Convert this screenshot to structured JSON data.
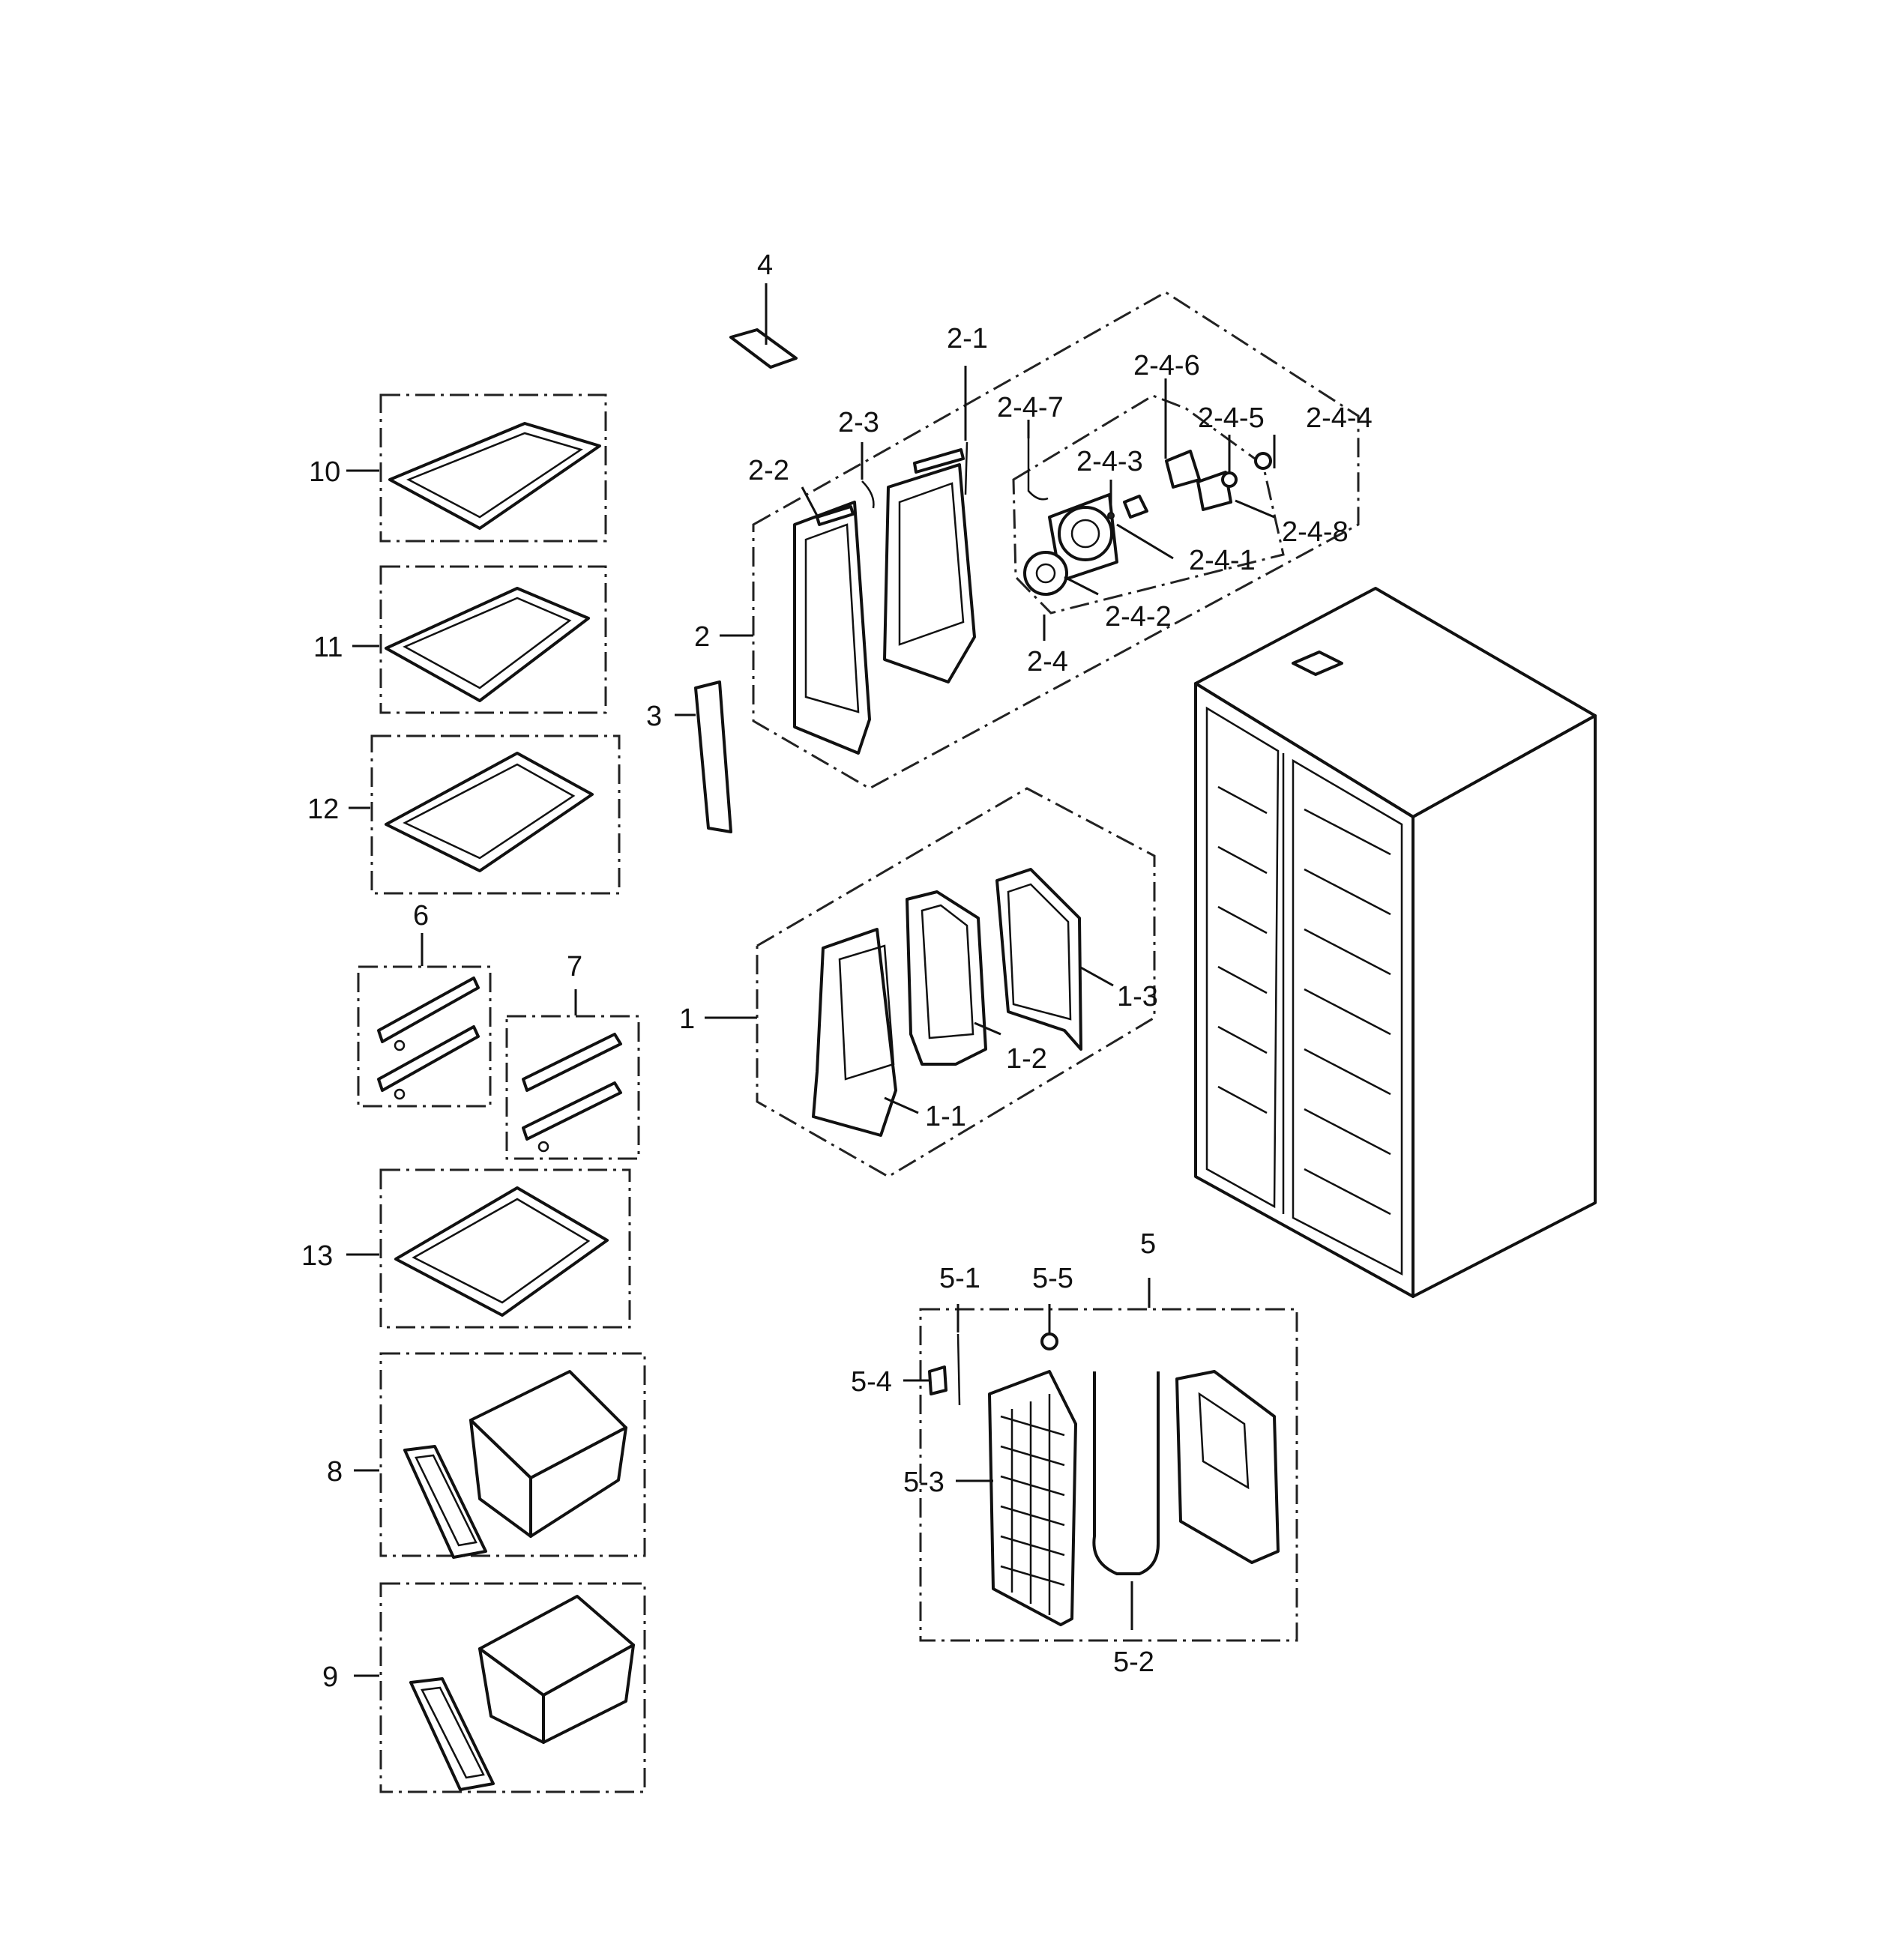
{
  "labels": {
    "p1": "1",
    "p1_1": "1-1",
    "p1_2": "1-2",
    "p1_3": "1-3",
    "p2": "2",
    "p2_1": "2-1",
    "p2_2": "2-2",
    "p2_3": "2-3",
    "p2_4": "2-4",
    "p2_4_1": "2-4-1",
    "p2_4_2": "2-4-2",
    "p2_4_3": "2-4-3",
    "p2_4_4": "2-4-4",
    "p2_4_5": "2-4-5",
    "p2_4_6": "2-4-6",
    "p2_4_7": "2-4-7",
    "p2_4_8": "2-4-8",
    "p3": "3",
    "p4": "4",
    "p5": "5",
    "p5_1": "5-1",
    "p5_2": "5-2",
    "p5_3": "5-3",
    "p5_4": "5-4",
    "p5_5": "5-5",
    "p6": "6",
    "p7": "7",
    "p8": "8",
    "p9": "9",
    "p10": "10",
    "p11": "11",
    "p12": "12",
    "p13": "13"
  }
}
